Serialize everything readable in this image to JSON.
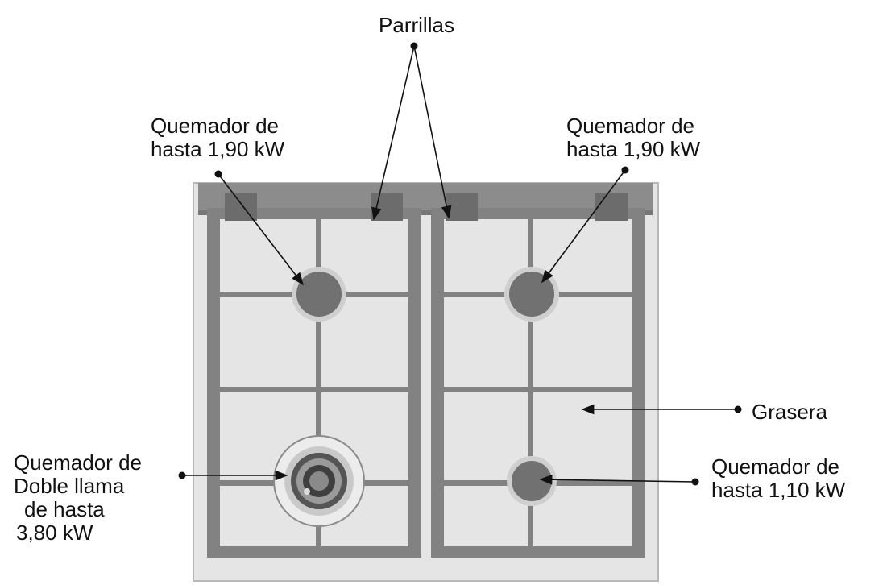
{
  "labels": {
    "parrillas": "Parrillas",
    "burner_top_left": [
      "Quemador de",
      "hasta 1,90 kW"
    ],
    "burner_top_right": [
      "Quemador de",
      "hasta 1,90 kW"
    ],
    "grasera": "Grasera",
    "burner_bottom_left": [
      "Quemador de",
      "Doble llama",
      "de hasta",
      "3,80 kW"
    ],
    "burner_bottom_right": [
      "Quemador de",
      "hasta 1,10 kW"
    ]
  },
  "colors": {
    "hob_base": "#e5e5e5",
    "grate": "#828282",
    "grate_dark": "#6c6c6c",
    "back_rail": "#8c8c8c",
    "burner_fill": "#717171",
    "burner_ring": "#c9c9c9",
    "text": "#111111"
  }
}
